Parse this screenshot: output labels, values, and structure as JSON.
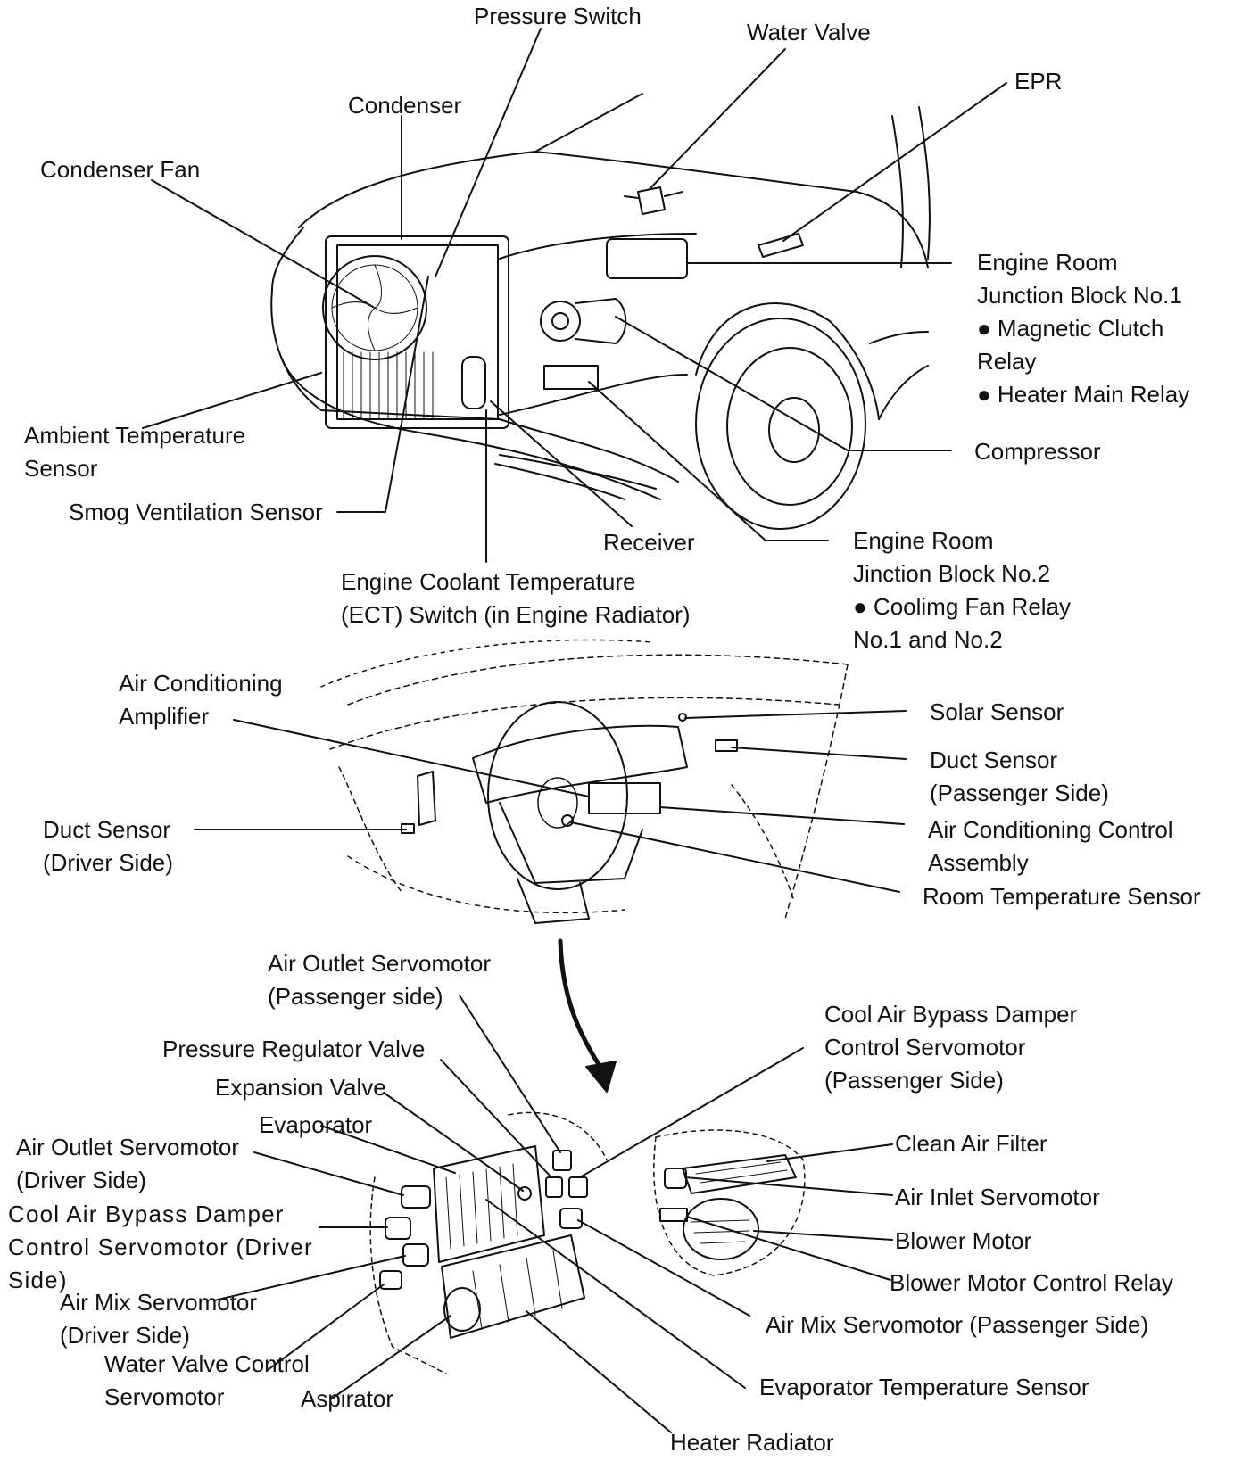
{
  "diagram": {
    "labels": {
      "pressure_switch": "Pressure Switch",
      "water_valve": "Water Valve",
      "epr": "EPR",
      "condenser": "Condenser",
      "condenser_fan": "Condenser Fan",
      "engine_room_jb1": {
        "line1": "Engine Room",
        "line2": "Junction Block No.1",
        "line3": "● Magnetic Clutch",
        "line4": "Relay",
        "line5": "● Heater Main Relay"
      },
      "compressor": "Compressor",
      "ambient_temp_sensor": {
        "line1": "Ambient Temperature",
        "line2": "Sensor"
      },
      "smog_ventilation_sensor": "Smog Ventilation Sensor",
      "receiver": "Receiver",
      "engine_room_jb2": {
        "line1": "Engine Room",
        "line2": "Jinction Block No.2",
        "line3": "● Coolimg Fan Relay",
        "line4": "No.1 and No.2"
      },
      "ect_switch": {
        "line1": "Engine Coolant Temperature",
        "line2": "(ECT) Switch (in Engine Radiator)"
      },
      "ac_amplifier": {
        "line1": "Air Conditioning",
        "line2": "Amplifier"
      },
      "solar_sensor": "Solar Sensor",
      "duct_sensor_passenger": {
        "line1": "Duct Sensor",
        "line2": "(Passenger Side)"
      },
      "duct_sensor_driver": {
        "line1": "Duct Sensor",
        "line2": "(Driver Side)"
      },
      "ac_control_assembly": {
        "line1": "Air Conditioning Control",
        "line2": "Assembly"
      },
      "room_temp_sensor": "Room Temperature Sensor",
      "air_outlet_servo_passenger": {
        "line1": "Air Outlet Servomotor",
        "line2": "(Passenger side)"
      },
      "cool_air_bypass_passenger": {
        "line1": "Cool Air Bypass Damper",
        "line2": "Control Servomotor",
        "line3": "(Passenger Side)"
      },
      "pressure_regulator_valve": "Pressure Regulator Valve",
      "expansion_valve": "Expansion Valve",
      "evaporator": "Evaporator",
      "air_outlet_servo_driver": {
        "line1": "Air Outlet Servomotor",
        "line2": "(Driver Side)"
      },
      "clean_air_filter": "Clean Air Filter",
      "air_inlet_servomotor": "Air Inlet Servomotor",
      "cool_air_bypass_driver": {
        "line1": "Cool Air Bypass Damper",
        "line2": "Control Servomotor (Driver",
        "line3": "Side)"
      },
      "blower_motor": "Blower Motor",
      "blower_motor_control_relay": "Blower Motor Control Relay",
      "air_mix_servo_driver": {
        "line1": "Air Mix Servomotor",
        "line2": "(Driver Side)"
      },
      "air_mix_servo_passenger": "Air Mix Servomotor (Passenger Side)",
      "water_valve_control_servo": {
        "line1": "Water Valve Control",
        "line2": "Servomotor"
      },
      "aspirator": "Aspirator",
      "evaporator_temp_sensor": "Evaporator Temperature Sensor",
      "heater_radiator": "Heater Radiator"
    }
  }
}
